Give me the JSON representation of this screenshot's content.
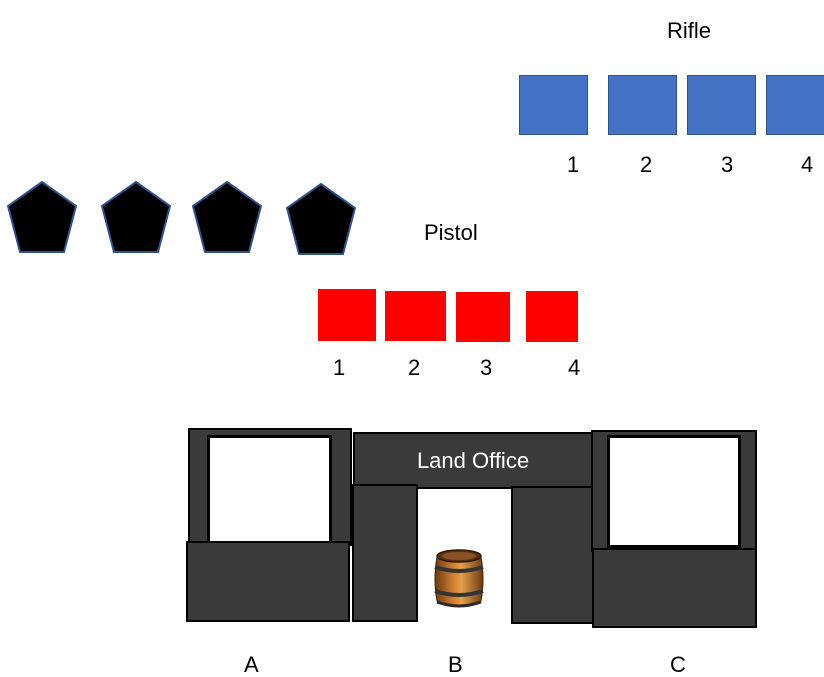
{
  "rifle": {
    "title": "Rifle",
    "color": "#4472c4",
    "targets": [
      "1",
      "2",
      "3",
      "4"
    ]
  },
  "pistol": {
    "title": "Pistol",
    "color": "#ff0000",
    "targets": [
      "1",
      "2",
      "3",
      "4"
    ]
  },
  "shotgun": {
    "shape": "pentagon",
    "color": "#000000",
    "outline": "#2f528f",
    "count": 4
  },
  "building": {
    "sign": "Land Office",
    "color": "#3a3a3a",
    "positions": [
      "A",
      "B",
      "C"
    ],
    "prop_icon": "barrel-icon"
  }
}
